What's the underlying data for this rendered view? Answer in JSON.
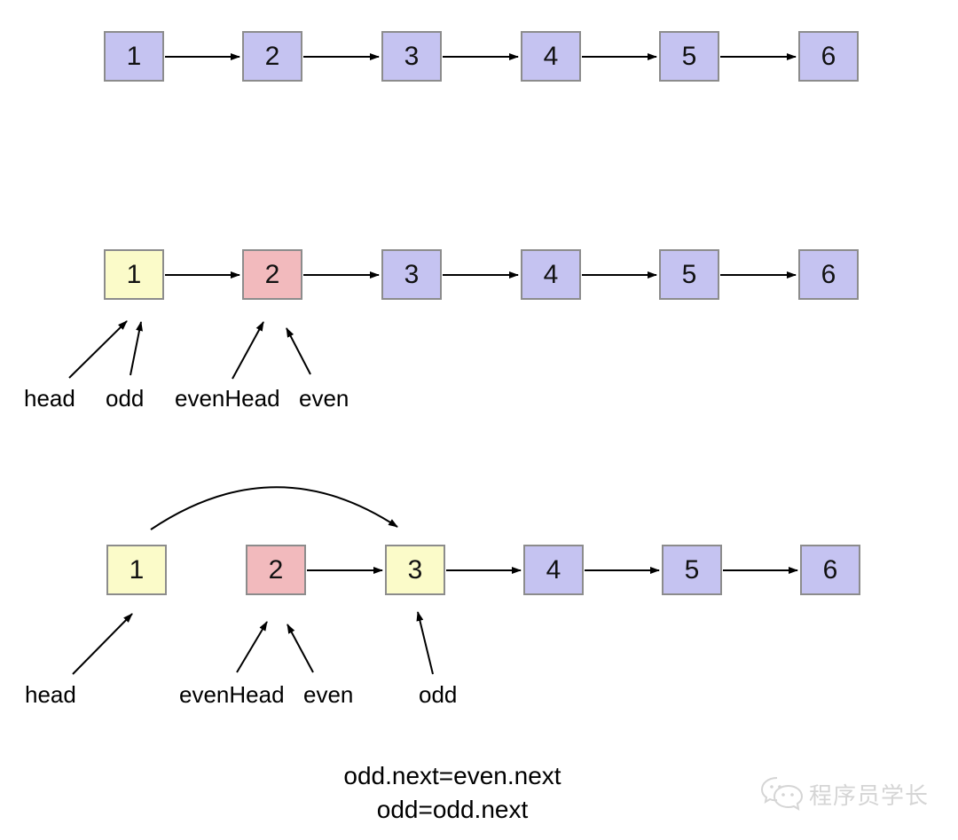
{
  "colors": {
    "node_plain": "#c5c3f1",
    "node_yellow": "#fbfbc9",
    "node_pink": "#f2babd",
    "node_border": "#8c8c8c",
    "arrow": "#000000",
    "watermark_gray": "#d5d5d5"
  },
  "rows": [
    {
      "name": "original-list",
      "nodes": [
        {
          "value": "1",
          "color": "node_plain"
        },
        {
          "value": "2",
          "color": "node_plain"
        },
        {
          "value": "3",
          "color": "node_plain"
        },
        {
          "value": "4",
          "color": "node_plain"
        },
        {
          "value": "5",
          "color": "node_plain"
        },
        {
          "value": "6",
          "color": "node_plain"
        }
      ]
    },
    {
      "name": "pointers-initialized",
      "nodes": [
        {
          "value": "1",
          "color": "node_yellow"
        },
        {
          "value": "2",
          "color": "node_pink"
        },
        {
          "value": "3",
          "color": "node_plain"
        },
        {
          "value": "4",
          "color": "node_plain"
        },
        {
          "value": "5",
          "color": "node_plain"
        },
        {
          "value": "6",
          "color": "node_plain"
        }
      ],
      "labels": [
        {
          "text": "head"
        },
        {
          "text": "odd"
        },
        {
          "text": "evenHead"
        },
        {
          "text": "even"
        }
      ]
    },
    {
      "name": "after-odd-step",
      "nodes": [
        {
          "value": "1",
          "color": "node_yellow"
        },
        {
          "value": "2",
          "color": "node_pink"
        },
        {
          "value": "3",
          "color": "node_yellow"
        },
        {
          "value": "4",
          "color": "node_plain"
        },
        {
          "value": "5",
          "color": "node_plain"
        },
        {
          "value": "6",
          "color": "node_plain"
        }
      ],
      "labels": [
        {
          "text": "head"
        },
        {
          "text": "evenHead"
        },
        {
          "text": "even"
        },
        {
          "text": "odd"
        }
      ]
    }
  ],
  "code": {
    "line1": "odd.next=even.next",
    "line2": "odd=odd.next"
  },
  "watermark": {
    "text": "程序员学长"
  }
}
